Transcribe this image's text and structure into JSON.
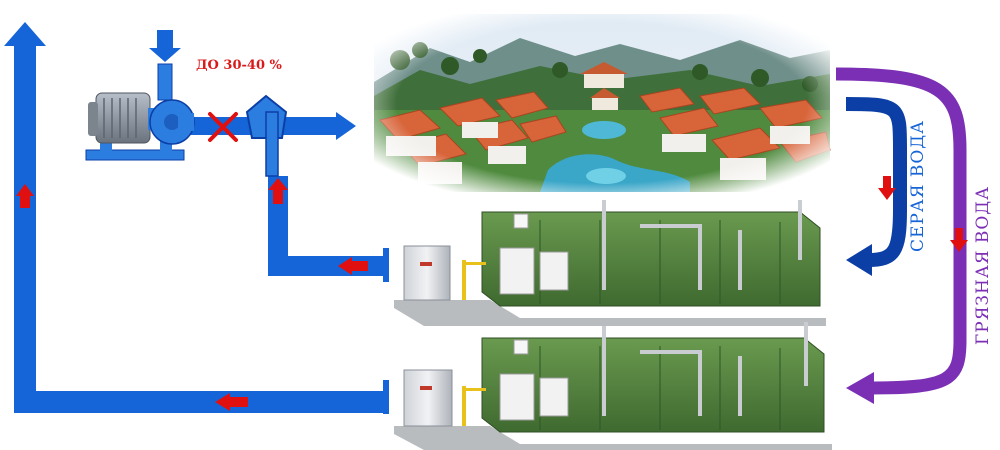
{
  "labels": {
    "savings": "ДО 30-40 %",
    "grey_water": "СЕРАЯ ВОДА",
    "dirty_water": "ГРЯЗНАЯ ВОДА"
  },
  "colors": {
    "pipe_blue": "#1565d8",
    "flow_red": "#e01010",
    "grey_arrow": "#0c3fa6",
    "dirty_arrow": "#7b2fb5",
    "grey_text": "#1565d8",
    "dirty_text": "#7b2fb5",
    "savings_text": "#d91a1a",
    "module_green": "#4e7a3c",
    "roof_orange": "#d8643a",
    "pump_blue": "#2b7de0",
    "motor_grey": "#8f98a3"
  },
  "icons": [
    "pump-icon",
    "closed-valve-icon",
    "filter-icon",
    "resort-image",
    "treatment-module-upper",
    "treatment-module-lower"
  ]
}
